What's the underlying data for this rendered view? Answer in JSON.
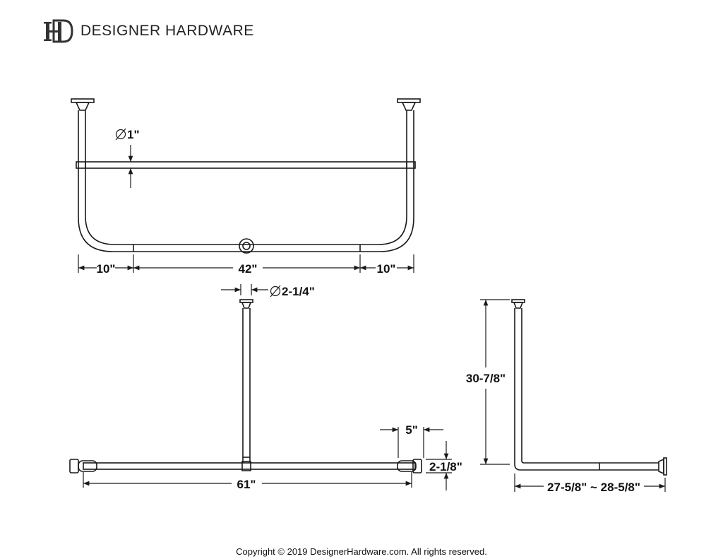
{
  "brand": {
    "logo_icon": "dh-monogram-logo",
    "name": "DESIGNER HARDWARE"
  },
  "top_view": {
    "bar_diameter": "1\"",
    "left_span": "10\"",
    "center_span": "42\"",
    "right_span": "10\""
  },
  "front_view": {
    "flange_diameter": "2-1/4\"",
    "offset": "5\"",
    "height": "2-1/8\"",
    "overall_width": "61\""
  },
  "side_view": {
    "drop_height": "30-7/8\"",
    "depth_range": "27-5/8\" ~ 28-5/8\""
  },
  "footer": {
    "copyright": "Copyright © 2019 DesignerHardware.com. All rights reserved."
  }
}
